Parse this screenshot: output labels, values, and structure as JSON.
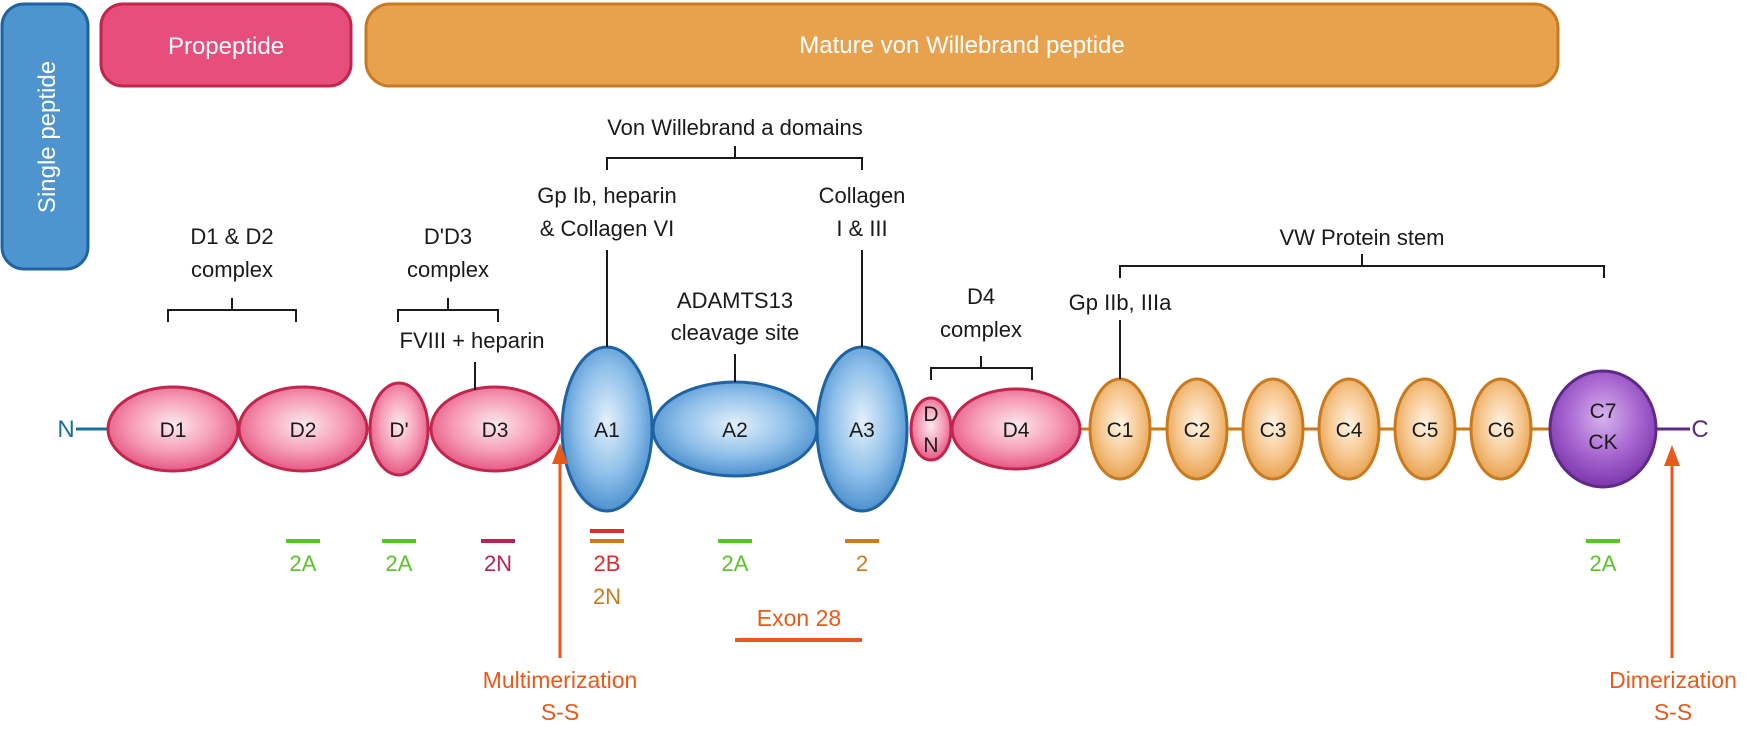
{
  "regions": {
    "single": "Single peptide",
    "propeptide": "Propeptide",
    "mature": "Mature von Willebrand peptide"
  },
  "terminals": {
    "n": "N",
    "c": "C"
  },
  "domains": {
    "d1": "D1",
    "d2": "D2",
    "dprime": "D'",
    "d3": "D3",
    "a1": "A1",
    "a2": "A2",
    "a3": "A3",
    "dn_top": "D",
    "dn_bottom": "N",
    "d4": "D4",
    "c1": "C1",
    "c2": "C2",
    "c3": "C3",
    "c4": "C4",
    "c5": "C5",
    "c6": "C6",
    "c7_top": "C7",
    "c7_bottom": "CK"
  },
  "annotations": {
    "vwa_domains": "Von Willebrand a domains",
    "gpib_line1": "Gp Ib, heparin",
    "gpib_line2": "& Collagen VI",
    "collagen_line1": "Collagen",
    "collagen_line2": "I & III",
    "d1d2_line1": "D1 & D2",
    "d1d2_line2": "complex",
    "dd3_line1": "D'D3",
    "dd3_line2": "complex",
    "fviii": "FVIII + heparin",
    "adamts_line1": "ADAMTS13",
    "adamts_line2": "cleavage site",
    "d4_line1": "D4",
    "d4_line2": "complex",
    "vw_stem": "VW Protein stem",
    "gpiib": "Gp IIb, IIIa"
  },
  "mutations": {
    "m_d2": "2A",
    "m_dprime": "2A",
    "m_d3": "2N",
    "m_a1_top": "2B",
    "m_a1_bottom": "2N",
    "m_a2": "2A",
    "m_a3": "2",
    "m_c7": "2A",
    "exon": "Exon 28"
  },
  "bonds": {
    "multi_line1": "Multimerization",
    "multi_line2": "S-S",
    "dimer_line1": "Dimerization",
    "dimer_line2": "S-S"
  },
  "colors": {
    "pink": "#e84e7b",
    "pink_stroke": "#c2264d",
    "blue": "#4e94cf",
    "blue_stroke": "#1f63a3",
    "orange_bar": "#e8a24e",
    "orange_stroke": "#c97a1e",
    "purple": "#8f47b8",
    "purple_stroke": "#5e2a88",
    "green": "#5cc22a",
    "crimson": "#b8234f",
    "red": "#e02c2c",
    "brown": "#c97a1e",
    "arrow": "#e85a1c",
    "teal": "#1b6f9e"
  }
}
